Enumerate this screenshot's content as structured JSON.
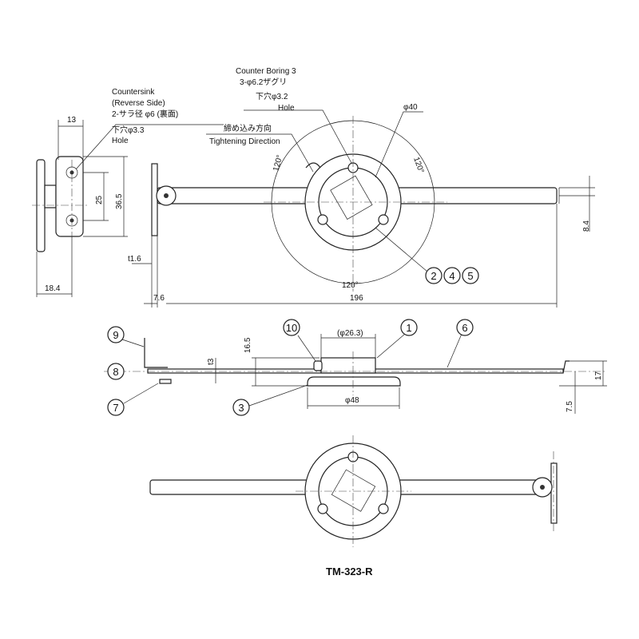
{
  "title": "TM-323-R",
  "annotations": {
    "countersink": [
      "Countersink",
      "(Reverse Side)",
      "2-サラ径 φ6 (裏面)",
      "下穴φ3.3",
      "Hole"
    ],
    "counter_boring": [
      "Counter Boring 3",
      "3-φ6.2ザグリ",
      "下穴φ3.2",
      "Hole"
    ],
    "tightening": [
      "締め込み方向",
      "Tightening Direction"
    ]
  },
  "dimensions": {
    "d13": "13",
    "d25": "25",
    "d36_5": "36.5",
    "d18_4": "18.4",
    "t1_6": "t1.6",
    "d7_6": "7.6",
    "d196": "196",
    "d8_4": "8.4",
    "phi40": "φ40",
    "a120a": "120°",
    "a120b": "120°",
    "a120c": "120°",
    "phi26_3": "(φ26.3)",
    "d16_5": "16.5",
    "t3": "t3",
    "phi48": "φ48",
    "d17": "17",
    "d7_5": "7.5"
  },
  "part_numbers": [
    "2",
    "4",
    "5",
    "9",
    "8",
    "7",
    "10",
    "1",
    "6",
    "3"
  ]
}
